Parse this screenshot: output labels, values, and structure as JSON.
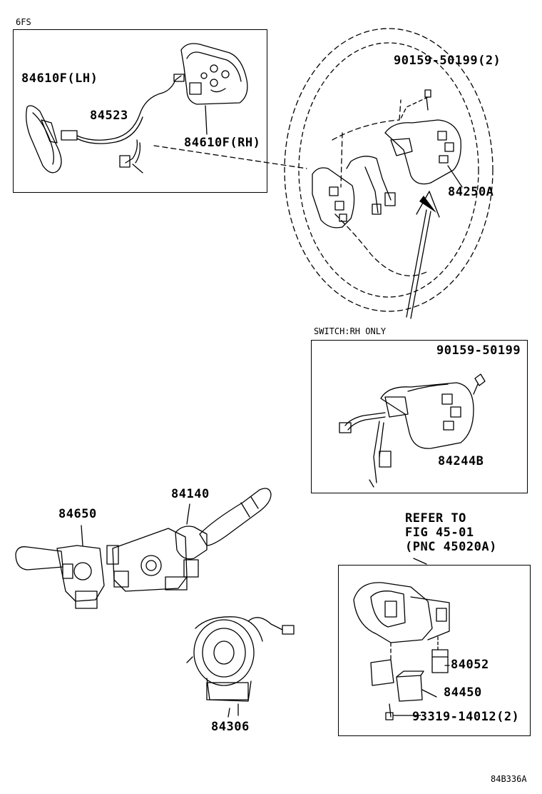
{
  "section_code": "6FS",
  "switch_note": "SWITCH:RH ONLY",
  "figure_id": "84B336A",
  "refer": {
    "line1": "REFER TO",
    "line2": "FIG 45-01",
    "line3": "(PNC 45020A)"
  },
  "parts": {
    "switch_lh": "84610F(LH)",
    "wire": "84523",
    "switch_rh": "84610F(RH)",
    "screw_top": "90159-50199(2)",
    "wheel": "84250A",
    "screw_inset": "90159-50199",
    "switch_inset": "84244B",
    "combo_switch": "84140",
    "wiper_switch": "84650",
    "spiral_cable": "84306",
    "lock_cyl": "84052",
    "ignition": "84450",
    "screw_bottom": "93319-14012(2)"
  }
}
